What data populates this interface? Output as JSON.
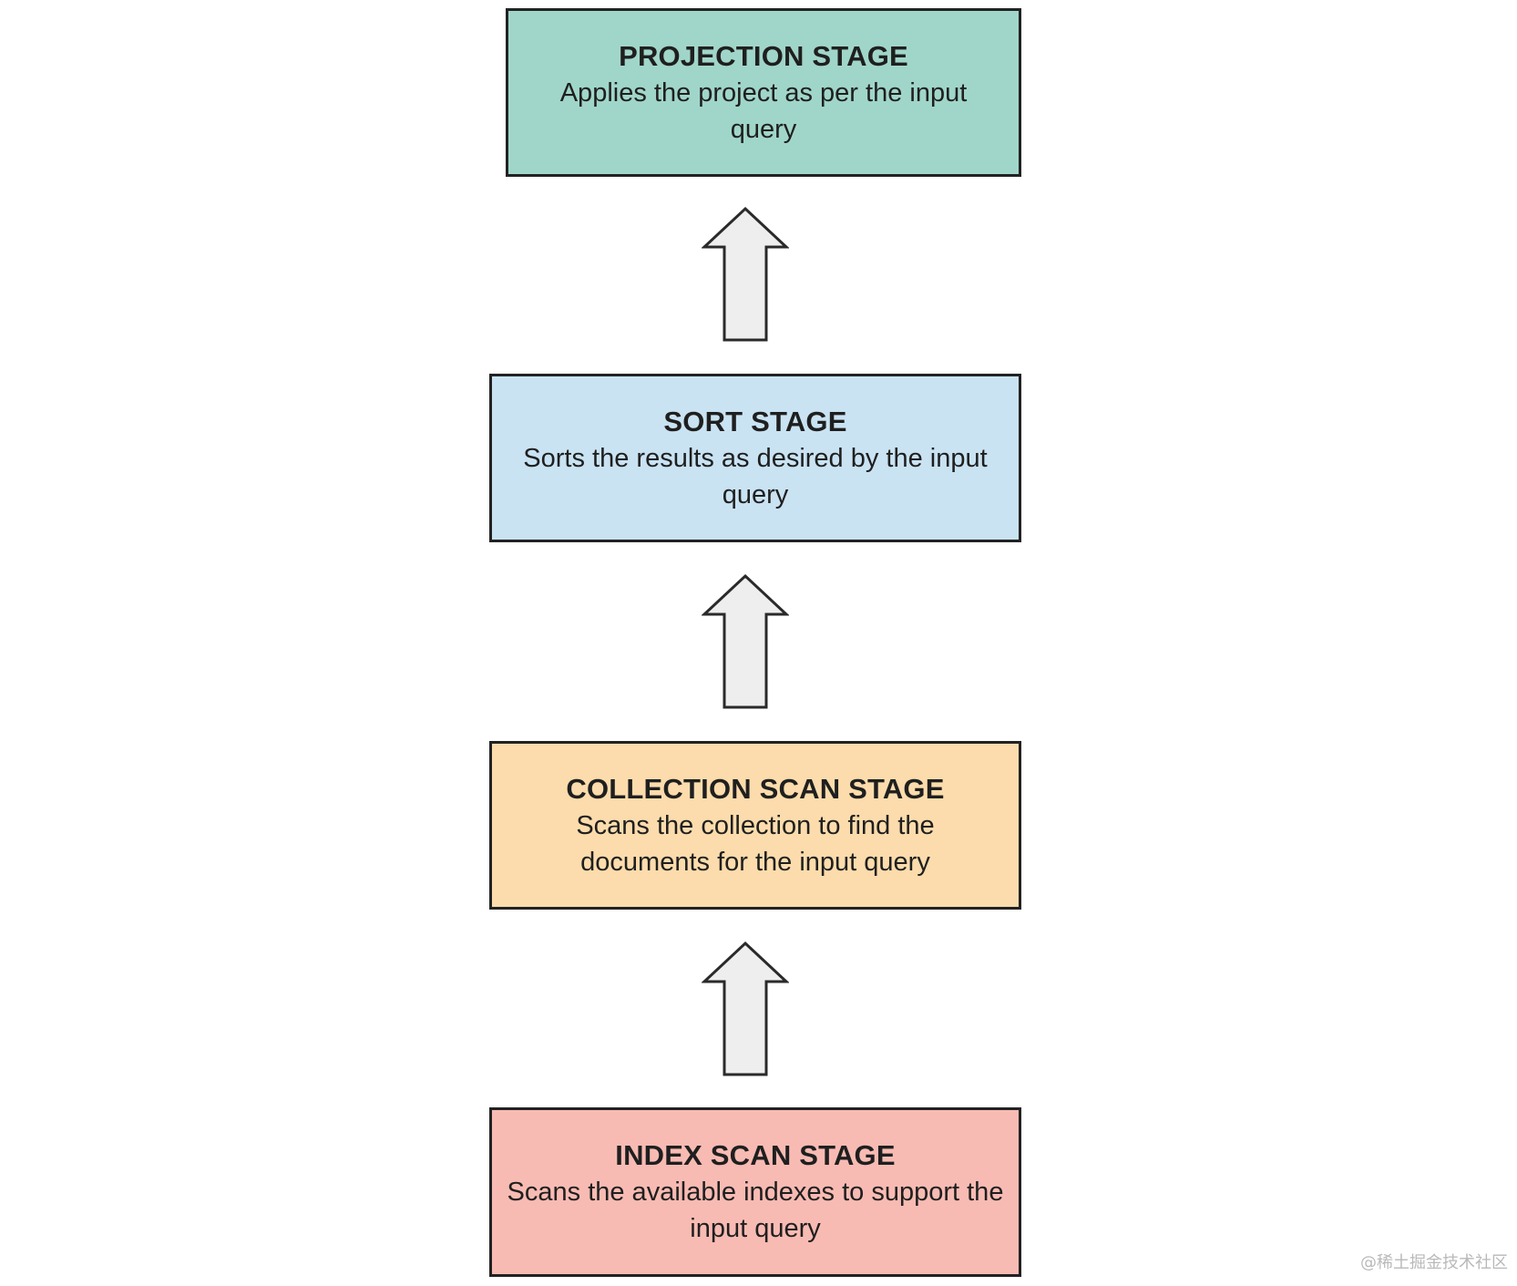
{
  "stages": [
    {
      "id": "projection",
      "title": "PROJECTION STAGE",
      "description": "Applies the project as per the input query",
      "color": "#a0d6c9"
    },
    {
      "id": "sort",
      "title": "SORT STAGE",
      "description": "Sorts the results as desired by the input query",
      "color": "#c9e3f3"
    },
    {
      "id": "collection",
      "title": "COLLECTION SCAN STAGE",
      "description": "Scans the collection to find the documents for the input query",
      "color": "#fcdcac"
    },
    {
      "id": "index",
      "title": "INDEX SCAN STAGE",
      "description": "Scans the available indexes to support the input query",
      "color": "#f8bbb3"
    }
  ],
  "arrows": {
    "fill": "#eeeeee",
    "stroke": "#2a2a2a",
    "direction": "up"
  },
  "watermark": "@稀土掘金技术社区"
}
